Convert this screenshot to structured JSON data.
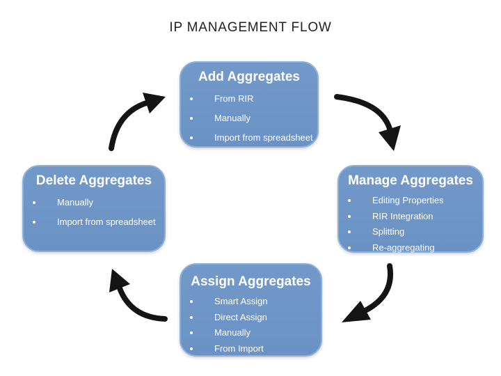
{
  "title": "IP MANAGEMENT FLOW",
  "colors": {
    "title_color": "#1f1f1f",
    "box_fill_top": "#7399c9",
    "box_fill_bottom": "#6a92c4",
    "box_border": "#8db0d9",
    "box_text": "#ffffff",
    "arrow": "#141414"
  },
  "nodes": {
    "add": {
      "title": "Add Aggregates",
      "items": [
        "From RIR",
        "Manually",
        "Import from spreadsheet"
      ]
    },
    "manage": {
      "title": "Manage Aggregates",
      "items": [
        "Editing Properties",
        "RIR Integration",
        "Splitting",
        "Re-aggregating"
      ]
    },
    "assign": {
      "title": "Assign Aggregates",
      "items": [
        "Smart Assign",
        "Direct Assign",
        "Manually",
        "From Import"
      ]
    },
    "delete": {
      "title": "Delete Aggregates",
      "items": [
        "Manually",
        "Import from spreadsheet"
      ]
    }
  }
}
